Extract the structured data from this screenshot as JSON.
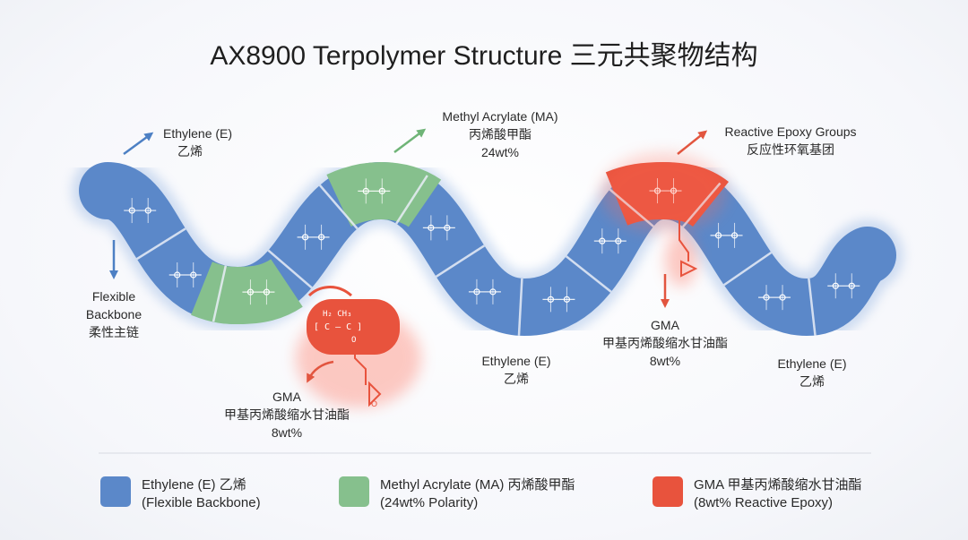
{
  "title": "AX8900 Terpolymer Structure 三元共聚物结构",
  "colors": {
    "ethylene": "#5b88c9",
    "ma": "#86c08d",
    "gma": "#e8533d",
    "arrow_blue": "#4d80c4",
    "arrow_green": "#6fb477",
    "arrow_red": "#e2553f"
  },
  "callouts": {
    "ethylene_top": {
      "en": "Ethylene (E)",
      "zh": "乙烯"
    },
    "ma_top": {
      "en": "Methyl Acrylate (MA)",
      "zh": "丙烯酸甲酯",
      "wt": "24wt%"
    },
    "epoxy_top": {
      "en": "Reactive Epoxy Groups",
      "zh": "反应性环氧基团"
    },
    "flexible": {
      "l1": "Flexible",
      "l2": "Backbone",
      "zh": "柔性主链"
    },
    "gma_left": {
      "en": "GMA",
      "zh": "甲基丙烯酸缩水甘油酯",
      "wt": "8wt%"
    },
    "ethylene_mid": {
      "en": "Ethylene (E)",
      "zh": "乙烯"
    },
    "gma_right": {
      "en": "GMA",
      "zh": "甲基丙烯酸缩水甘油酯",
      "wt": "8wt%"
    },
    "ethylene_right": {
      "en": "Ethylene (E)",
      "zh": "乙烯"
    }
  },
  "legend": [
    {
      "line1": "Ethylene (E) 乙烯",
      "line2": "(Flexible Backbone)"
    },
    {
      "line1": "Methyl Acrylate (MA) 丙烯酸甲酯",
      "line2": "(24wt% Polarity)"
    },
    {
      "line1": "GMA 甲基丙烯酸缩水甘油酯",
      "line2": "(8wt% Reactive Epoxy)"
    }
  ]
}
